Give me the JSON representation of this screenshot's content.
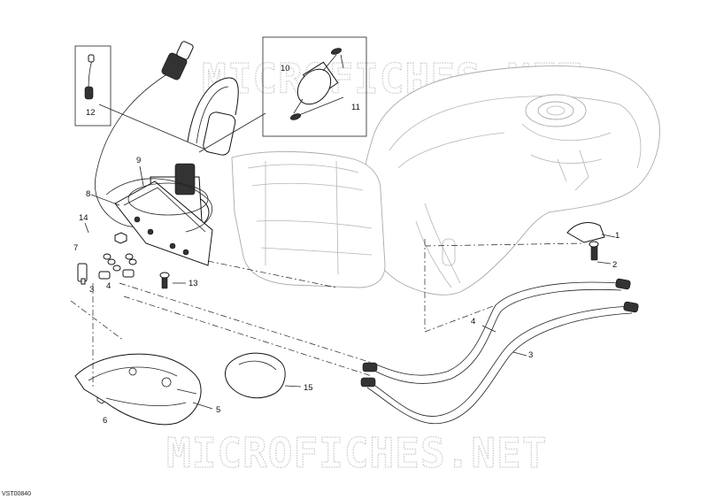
{
  "watermarks": {
    "top": "MICROFICHES.NET",
    "bottom": "MICROFICHES.NET"
  },
  "drawing_code": "VST00840",
  "callouts": [
    {
      "id": "1",
      "text": "1"
    },
    {
      "id": "2",
      "text": "2"
    },
    {
      "id": "3a",
      "text": "3"
    },
    {
      "id": "3b",
      "text": "3"
    },
    {
      "id": "4a",
      "text": "4"
    },
    {
      "id": "4b",
      "text": "4"
    },
    {
      "id": "5",
      "text": "5"
    },
    {
      "id": "6",
      "text": "6"
    },
    {
      "id": "7",
      "text": "7"
    },
    {
      "id": "8",
      "text": "8"
    },
    {
      "id": "9",
      "text": "9"
    },
    {
      "id": "10",
      "text": "10"
    },
    {
      "id": "11",
      "text": "11"
    },
    {
      "id": "12",
      "text": "12"
    },
    {
      "id": "13",
      "text": "13"
    },
    {
      "id": "14",
      "text": "14"
    },
    {
      "id": "15",
      "text": "15"
    }
  ]
}
